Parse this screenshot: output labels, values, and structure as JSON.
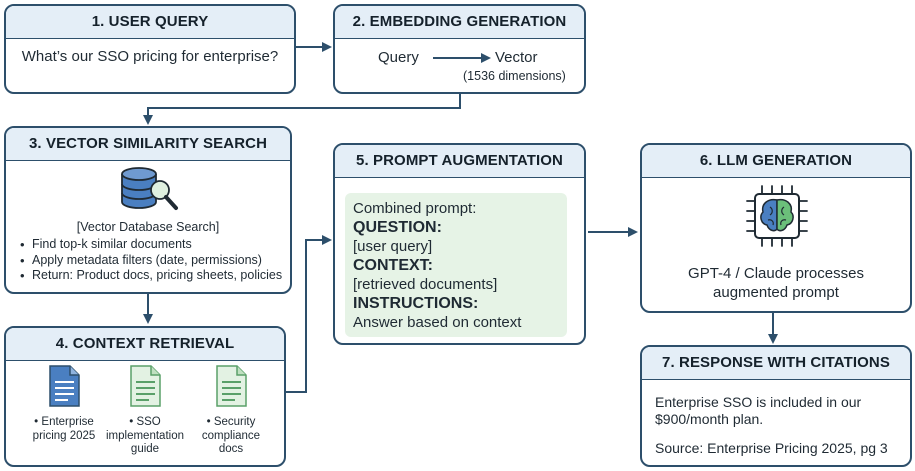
{
  "colors": {
    "border": "#2d4f6b",
    "header_bg": "#e4eef7",
    "prompt_bg": "#e6f3e6",
    "arrow": "#2d4f6b",
    "doc_blue": "#4a7fc1",
    "doc_green": "#5aa069"
  },
  "steps": {
    "s1": {
      "title": "1. USER QUERY",
      "query": "What’s our SSO pricing for enterprise?"
    },
    "s2": {
      "title": "2. EMBEDDING GENERATION",
      "from": "Query",
      "to": "Vector",
      "dims": "(1536 dimensions)"
    },
    "s3": {
      "title": "3. VECTOR SIMILARITY SEARCH",
      "icon": "database-search-icon",
      "db_label": "[Vector Database Search]",
      "bullets": [
        "Find top-k similar documents",
        "Apply metadata filters (date, permissions)",
        "Return: Product docs, pricing sheets, policies"
      ]
    },
    "s4": {
      "title": "4. CONTEXT RETRIEVAL",
      "docs": [
        {
          "icon": "document-icon",
          "lines": [
            "• Enterprise",
            "pricing 2025"
          ]
        },
        {
          "icon": "document-icon",
          "lines": [
            "• SSO",
            "implementation",
            "guide"
          ]
        },
        {
          "icon": "document-icon",
          "lines": [
            "• Security",
            "compliance",
            "docs"
          ]
        }
      ]
    },
    "s5": {
      "title": "5. PROMPT AUGMENTATION",
      "lines": [
        "Combined prompt:",
        "QUESTION:",
        "[user query]",
        "CONTEXT:",
        "[retrieved documents]",
        "INSTRUCTIONS:",
        "Answer based on context"
      ]
    },
    "s6": {
      "title": "6. LLM GENERATION",
      "icon": "ai-brain-chip-icon",
      "desc": [
        "GPT-4 / Claude processes",
        "augmented prompt"
      ]
    },
    "s7": {
      "title": "7. RESPONSE WITH CITATIONS",
      "answer": [
        "Enterprise SSO is included in our",
        "$900/month plan."
      ],
      "source": "Source: Enterprise Pricing 2025, pg 3"
    }
  }
}
